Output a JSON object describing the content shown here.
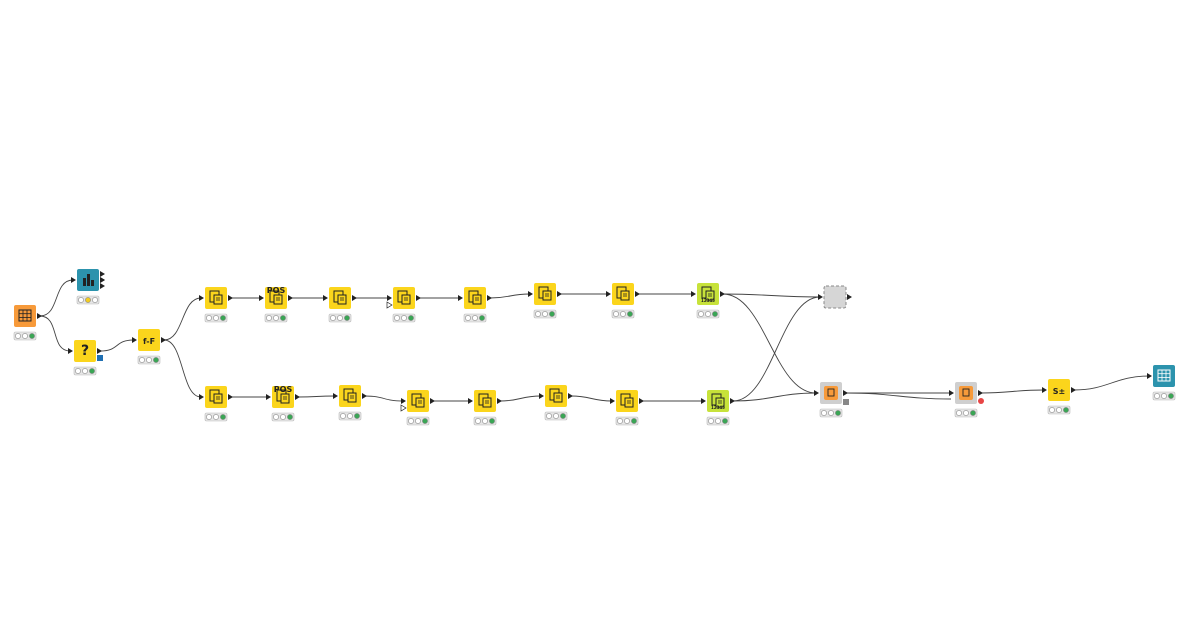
{
  "colors": {
    "source": "#f79a3a",
    "manipulator": "#fbd51c",
    "learner": "#c7e23a",
    "view": "#2c93ad",
    "metanode": "#cfcfcf",
    "edge": "#444444",
    "status_green": "#3aa655",
    "status_yellow": "#f2cc21",
    "status_red": "#e84545",
    "port_blue": "#1f6fb2"
  },
  "nodes": [
    {
      "id": "table-reader",
      "kind": "source",
      "icon": "table-icon",
      "status": "green",
      "glyph": ""
    },
    {
      "id": "data-explorer",
      "kind": "view",
      "icon": "chart-view-icon",
      "status": "yellow",
      "glyph": ""
    },
    {
      "id": "missing-value",
      "kind": "manipulator",
      "icon": "question-icon",
      "status": "green",
      "glyph": "?"
    },
    {
      "id": "string-manipulation",
      "kind": "manipulator",
      "icon": "formula-icon",
      "status": "green",
      "glyph": "f-F"
    },
    {
      "id": "top-1",
      "kind": "manipulator",
      "icon": "document-icon",
      "status": "green",
      "glyph": ""
    },
    {
      "id": "top-2",
      "kind": "manipulator",
      "icon": "document-icon",
      "status": "green",
      "glyph": "POS"
    },
    {
      "id": "top-3",
      "kind": "manipulator",
      "icon": "document-icon",
      "status": "green",
      "glyph": ""
    },
    {
      "id": "top-4",
      "kind": "manipulator",
      "icon": "document-icon",
      "status": "green",
      "glyph": ""
    },
    {
      "id": "top-5",
      "kind": "manipulator",
      "icon": "document-icon",
      "status": "green",
      "glyph": ""
    },
    {
      "id": "top-6",
      "kind": "manipulator",
      "icon": "document-icon",
      "status": "green",
      "glyph": ""
    },
    {
      "id": "top-7",
      "kind": "manipulator",
      "icon": "document-icon",
      "status": "green",
      "glyph": ""
    },
    {
      "id": "top-learner",
      "kind": "learner",
      "icon": "document-icon",
      "status": "green",
      "glyph": "12345"
    },
    {
      "id": "bottom-1",
      "kind": "manipulator",
      "icon": "document-icon",
      "status": "green",
      "glyph": ""
    },
    {
      "id": "bottom-2",
      "kind": "manipulator",
      "icon": "document-icon",
      "status": "green",
      "glyph": "POS"
    },
    {
      "id": "bottom-3",
      "kind": "manipulator",
      "icon": "document-icon",
      "status": "green",
      "glyph": ""
    },
    {
      "id": "bottom-4",
      "kind": "manipulator",
      "icon": "document-icon",
      "status": "green",
      "glyph": ""
    },
    {
      "id": "bottom-5",
      "kind": "manipulator",
      "icon": "document-icon",
      "status": "green",
      "glyph": ""
    },
    {
      "id": "bottom-6",
      "kind": "manipulator",
      "icon": "document-icon",
      "status": "green",
      "glyph": ""
    },
    {
      "id": "bottom-7",
      "kind": "manipulator",
      "icon": "document-icon",
      "status": "green",
      "glyph": ""
    },
    {
      "id": "bottom-learner",
      "kind": "learner",
      "icon": "document-icon",
      "status": "green",
      "glyph": "12345"
    },
    {
      "id": "empty-metanode",
      "kind": "metanode",
      "icon": "metanode-icon",
      "status": "none",
      "glyph": ""
    },
    {
      "id": "model-metanode-1",
      "kind": "metanode",
      "icon": "metanode-orange-icon",
      "status": "green",
      "glyph": ""
    },
    {
      "id": "model-metanode-2",
      "kind": "metanode",
      "icon": "metanode-orange-icon",
      "status": "green",
      "glyph": ""
    },
    {
      "id": "scorer",
      "kind": "manipulator",
      "icon": "scorer-icon",
      "status": "green",
      "glyph": "S±"
    },
    {
      "id": "table-view",
      "kind": "view",
      "icon": "table-view-icon",
      "status": "green",
      "glyph": ""
    }
  ],
  "edges": [
    [
      "table-reader",
      "data-explorer"
    ],
    [
      "table-reader",
      "missing-value"
    ],
    [
      "missing-value",
      "string-manipulation"
    ],
    [
      "string-manipulation",
      "top-1"
    ],
    [
      "string-manipulation",
      "bottom-1"
    ],
    [
      "top-1",
      "top-2"
    ],
    [
      "top-2",
      "top-3"
    ],
    [
      "top-3",
      "top-4"
    ],
    [
      "top-4",
      "top-5"
    ],
    [
      "top-5",
      "top-6"
    ],
    [
      "top-6",
      "top-7"
    ],
    [
      "top-7",
      "top-learner"
    ],
    [
      "bottom-1",
      "bottom-2"
    ],
    [
      "bottom-2",
      "bottom-3"
    ],
    [
      "bottom-3",
      "bottom-4"
    ],
    [
      "bottom-4",
      "bottom-5"
    ],
    [
      "bottom-5",
      "bottom-6"
    ],
    [
      "bottom-6",
      "bottom-7"
    ],
    [
      "bottom-7",
      "bottom-learner"
    ],
    [
      "top-learner",
      "empty-metanode"
    ],
    [
      "top-learner",
      "model-metanode-1"
    ],
    [
      "bottom-learner",
      "empty-metanode"
    ],
    [
      "bottom-learner",
      "model-metanode-1"
    ],
    [
      "model-metanode-1",
      "model-metanode-2"
    ],
    [
      "model-metanode-1",
      "model-metanode-2"
    ],
    [
      "model-metanode-2",
      "scorer"
    ],
    [
      "scorer",
      "table-view"
    ]
  ]
}
